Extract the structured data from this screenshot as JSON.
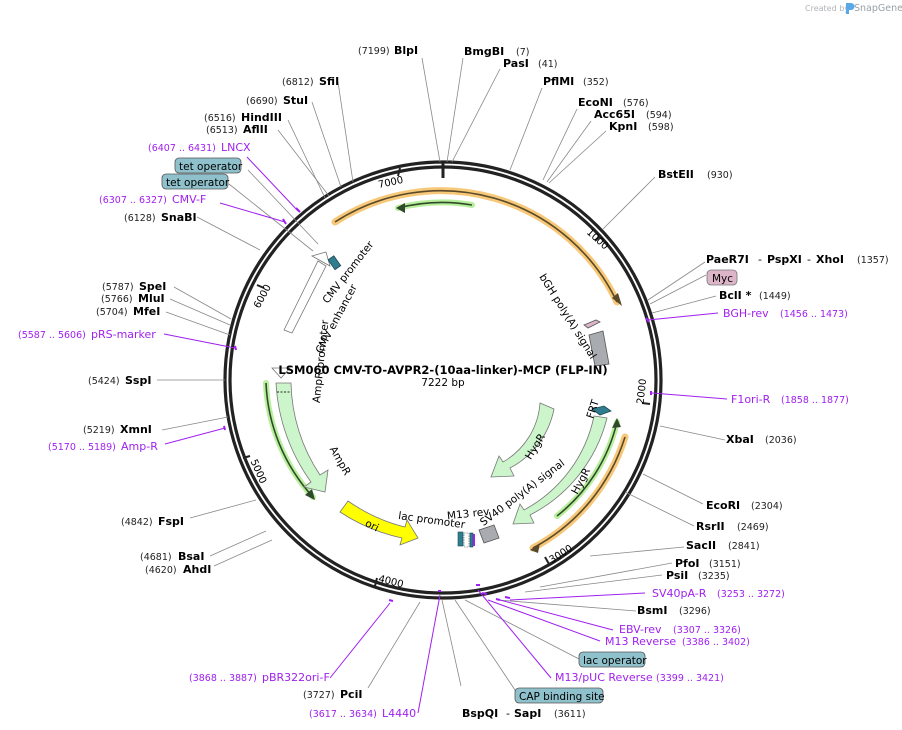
{
  "credit": {
    "prefix": "Created by",
    "brand": "SnapGene"
  },
  "plasmid": {
    "name": "LSM060 CMV-TO-AVPR2-(10aa-linker)-MCP (FLP-IN)",
    "length_label": "7222 bp"
  },
  "ticks": [
    "7000",
    "1000",
    "2000",
    "3000",
    "4000",
    "5000",
    "6000"
  ],
  "enzymes": {
    "blpi": {
      "name": "BlpI",
      "pos": "(7199)"
    },
    "bmgbi": {
      "name": "BmgBI",
      "pos": "(7)"
    },
    "pasi": {
      "name": "PasI",
      "pos": "(41)"
    },
    "pflmi": {
      "name": "PflMI",
      "pos": "(352)"
    },
    "econi": {
      "name": "EcoNI",
      "pos": "(576)"
    },
    "acc65i": {
      "name": "Acc65I",
      "pos": "(594)"
    },
    "kpni": {
      "name": "KpnI",
      "pos": "(598)"
    },
    "bsteii": {
      "name": "BstEII",
      "pos": "(930)"
    },
    "paer7i": {
      "name": "PaeR7I",
      "sep1": "- ",
      "pspxi": "PspXI",
      "sep2": "- ",
      "xhoi": "XhoI",
      "pos": "(1357)"
    },
    "bcli": {
      "name": "BclI *",
      "pos": "(1449)"
    },
    "xbai": {
      "name": "XbaI",
      "pos": "(2036)"
    },
    "ecori": {
      "name": "EcoRI",
      "pos": "(2304)"
    },
    "rsrii": {
      "name": "RsrII",
      "pos": "(2469)"
    },
    "sacii": {
      "name": "SacII",
      "pos": "(2841)"
    },
    "pfoi": {
      "name": "PfoI",
      "pos": "(3151)"
    },
    "psii": {
      "name": "PsiI",
      "pos": "(3235)"
    },
    "bsmi": {
      "name": "BsmI",
      "pos": "(3296)"
    },
    "bspqi": {
      "name": "BspQI",
      "sep": "- ",
      "sapi": "SapI",
      "pos": "(3611)"
    },
    "pcii": {
      "name": "PciI",
      "pos": "(3727)"
    },
    "ahdi": {
      "name": "AhdI",
      "pos": "(4620)"
    },
    "bsai": {
      "name": "BsaI",
      "pos": "(4681)"
    },
    "fspi": {
      "name": "FspI",
      "pos": "(4842)"
    },
    "xmni": {
      "name": "XmnI",
      "pos": "(5219)"
    },
    "sspi": {
      "name": "SspI",
      "pos": "(5424)"
    },
    "mfei": {
      "name": "MfeI",
      "pos": "(5704)"
    },
    "mlui": {
      "name": "MluI",
      "pos": "(5766)"
    },
    "spei": {
      "name": "SpeI",
      "pos": "(5787)"
    },
    "snabi": {
      "name": "SnaBI",
      "pos": "(6128)"
    },
    "aflii": {
      "name": "AflII",
      "pos": "(6513)"
    },
    "hindiii": {
      "name": "HindIII",
      "pos": "(6516)"
    },
    "stui": {
      "name": "StuI",
      "pos": "(6690)"
    },
    "sfii": {
      "name": "SfiI",
      "pos": "(6812)"
    }
  },
  "primers": {
    "bgh_rev": {
      "name": "BGH-rev",
      "pos": "(1456 .. 1473)"
    },
    "f1ori_r": {
      "name": "F1ori-R",
      "pos": "(1858 .. 1877)"
    },
    "sv40pa_r": {
      "name": "SV40pA-R",
      "pos": "(3253 .. 3272)"
    },
    "ebv_rev": {
      "name": "EBV-rev",
      "pos": "(3307 .. 3326)"
    },
    "m13_reverse": {
      "name": "M13 Reverse",
      "pos": "(3386 .. 3402)"
    },
    "m13_puc_reverse": {
      "name": "M13/pUC Reverse",
      "pos": "(3399 .. 3421)"
    },
    "l4440": {
      "name": "L4440",
      "pos": "(3617 .. 3634)"
    },
    "pbr322ori_f": {
      "name": "pBR322ori-F",
      "pos": "(3868 .. 3887)"
    },
    "amp_r": {
      "name": "Amp-R",
      "pos": "(5170 .. 5189)"
    },
    "prs_marker": {
      "name": "pRS-marker",
      "pos": "(5587 .. 5606)"
    },
    "cmv_f": {
      "name": "CMV-F",
      "pos": "(6307 .. 6327)"
    },
    "lncx": {
      "name": "LNCX",
      "pos": "(6407 .. 6431)"
    }
  },
  "boxed_features": {
    "myc": "Myc",
    "lac_operator": "lac operator",
    "cap_binding_site": "CAP binding site",
    "tet_operator_1": "tet operator",
    "tet_operator_2": "tet operator"
  },
  "features": {
    "cmv_promoter": "CMV promoter",
    "cmv_enhancer": "CMV enhancer",
    "bgh_polya": "bGH poly(A) signal",
    "ampr_promoter": "AmpR promoter",
    "ampr": "AmpR",
    "ori": "ori",
    "lac_promoter": "lac promoter",
    "m13_rev": "M13 rev",
    "sv40_polya": "SV40 poly(A) signal",
    "hygr_1": "HygR",
    "hygr_2": "HygR",
    "frt": "FRT"
  },
  "colors": {
    "primer": "#a020f0",
    "backbone": "#222222",
    "feature_green": "#ccf5cc",
    "ori_yellow": "#ffff00",
    "orf_orange": "#f7c878",
    "orf_green_glow": "#b8ef9c",
    "box_teal": "#8fc1cc",
    "box_pink": "#ddb5c8",
    "polya_gray": "#a8abb0",
    "promoter_teal": "#2f7d8f"
  }
}
